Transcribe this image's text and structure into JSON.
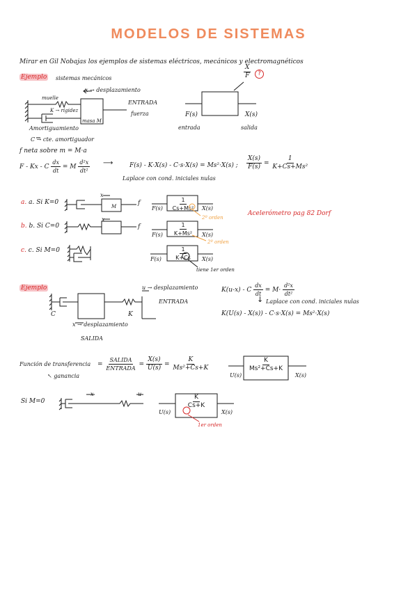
{
  "title": "MODELOS DE SISTEMAS",
  "intro": "Mirar en Gil Nobajas los ejemplos de sistemas eléctricos, mecánicos y electromagnéticos",
  "tf_top": {
    "num": "X",
    "den": "F",
    "mark": "?"
  },
  "ex1": {
    "label": "Ejemplo",
    "subtitle": "sistemas mecánicos",
    "x_label": "x → desplazamiento",
    "muelle": "muelle",
    "k_label": "K → rigidez",
    "masa": "masa M",
    "entrada": "ENTRADA",
    "fuerza": "fuerza",
    "amort": "Amortiguamiento",
    "c_label": "C → cte. amortiguador",
    "block_in": "F(s)",
    "block_out": "X(s)",
    "entrada_small": "entrada",
    "salida_small": "salida",
    "newton": "f neta sobre m = M·a",
    "eq_left": "F - Kx - C",
    "eq_dx_n": "dx",
    "eq_dx_d": "dt",
    "eq_eq": "= M",
    "eq_d2_n": "d²x",
    "eq_d2_d": "dt²",
    "eq_laplace": "F(s) - K·X(s) - C·s·X(s) = Ms²·X(s) ;",
    "tf_num": "X(s)",
    "tf_den": "F(s)",
    "tf_eq": "=",
    "tf_r_num": "1",
    "tf_r_den": "K+Cs+Ms²",
    "laplace_note": "Laplace con cond. iniciales nulas"
  },
  "cases": [
    {
      "label": "a. Si K=0",
      "num": "1",
      "den": "Cs+Ms²",
      "in": "F(s)",
      "out": "X(s)",
      "note": "2º orden",
      "f": "f",
      "x": "x",
      "m": "M"
    },
    {
      "label": "b. Si C=0",
      "num": "1",
      "den": "K+Ms²",
      "in": "F(s)",
      "out": "X(s)",
      "note": "2º orden",
      "f": "f",
      "x": "x"
    },
    {
      "label": "c. Si M=0",
      "num": "1",
      "den": "K+Cs",
      "in": "F(s)",
      "out": "X(s)",
      "note": "tiene 1er orden"
    }
  ],
  "accel_note": "Acelerómetro pag 82 Dorf",
  "ex2": {
    "label": "Ejemplo",
    "u_label": "u → desplazamiento",
    "entrada": "ENTRADA",
    "c": "C",
    "k": "K",
    "x_label": "x → desplazamiento",
    "salida": "SALIDA",
    "eq1_left": "K(u-x) - C",
    "eq1_dx_n": "dx",
    "eq1_dx_d": "dt",
    "eq1_eq": "= M·",
    "eq1_d2_n": "d²x",
    "eq1_d2_d": "dt²",
    "arrow": "↓",
    "laplace_note": "Laplace con cond. iniciales nulas",
    "eq2": "K(U(s) - X(s)) - C·s·X(s) = Ms²·X(s)"
  },
  "transfer": {
    "label": "Función de transferencia",
    "eq": "=",
    "salida": "SALIDA",
    "entrada": "ENTRADA",
    "xs": "X(s)",
    "us": "U(s)",
    "num": "K",
    "den": "Ms²+Cs+K",
    "ganancia": "ganancia",
    "block_in": "U(s)",
    "block_out": "X(s)"
  },
  "m0": {
    "label": "Si M=0",
    "x": "x",
    "u": "u",
    "num": "K",
    "den": "Cs+K",
    "in": "U(s)",
    "out": "X(s)",
    "note": "1er orden"
  }
}
